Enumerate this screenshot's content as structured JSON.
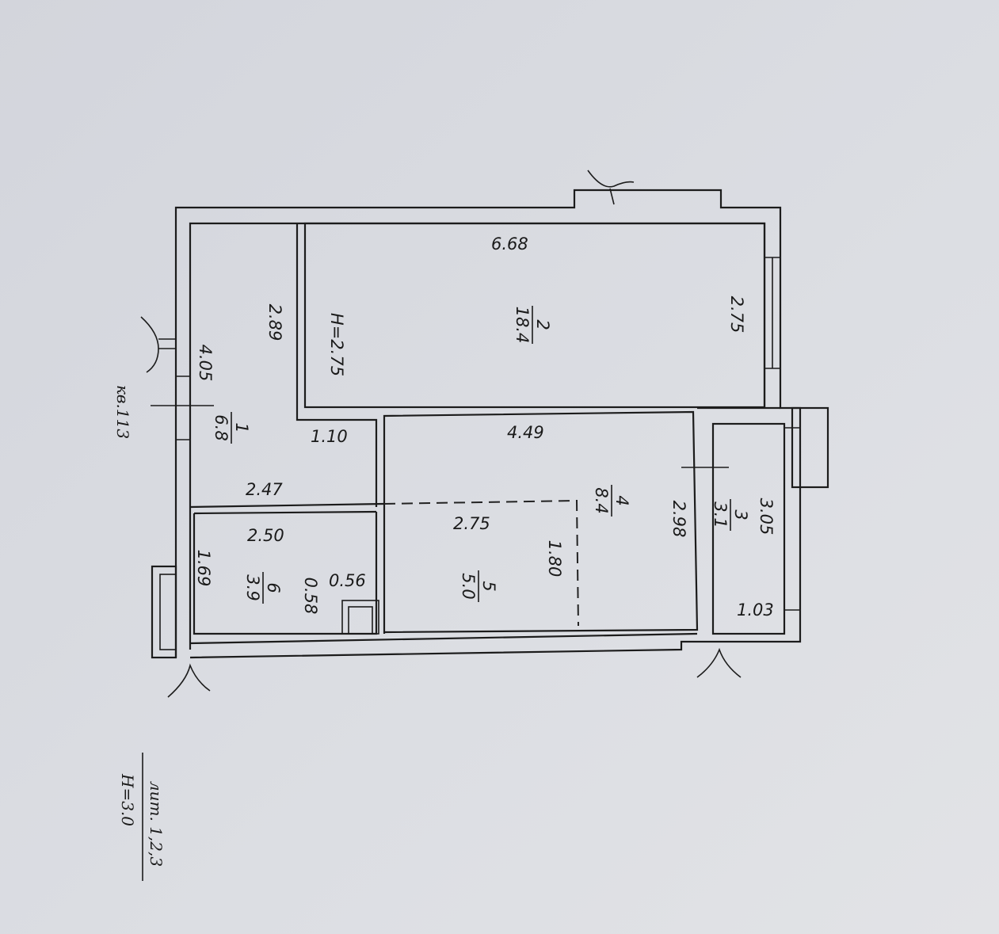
{
  "plan": {
    "apartment_label": "кв.113",
    "ceiling_height_main": "H=2.75",
    "legend_top": "лит. 1,2,3",
    "legend_bottom": "H=3.0",
    "rooms": [
      {
        "number": "1",
        "area": "6.8"
      },
      {
        "number": "2",
        "area": "18.4"
      },
      {
        "number": "3",
        "area": "3.1"
      },
      {
        "number": "4",
        "area": "8.4"
      },
      {
        "number": "5",
        "area": "5.0"
      },
      {
        "number": "6",
        "area": "3.9"
      }
    ],
    "dimensions": {
      "r2_length": "6.68",
      "r2_width": "2.75",
      "r2_left": "2.89",
      "r1_length": "4.05",
      "r1_top": "1.10",
      "r1_bottom": "2.47",
      "r4_length": "4.49",
      "r4_width": "2.98",
      "r5_length": "2.75",
      "r5_width": "1.80",
      "r6_length": "2.50",
      "r6_width": "1.69",
      "shaft_w": "0.56",
      "shaft_h": "0.58",
      "r3_length": "3.05",
      "r3_width": "1.03"
    }
  }
}
